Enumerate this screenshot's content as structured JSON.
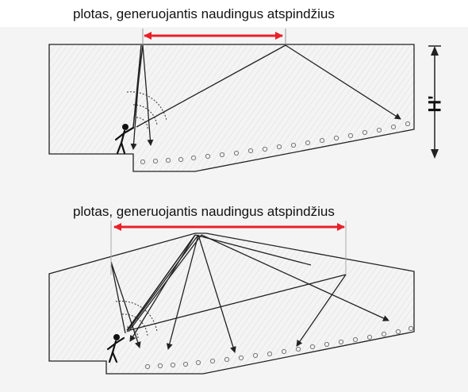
{
  "top_diagram": {
    "caption": "plotas, generuojantis naudingus atspindžius",
    "height_label": "H'"
  },
  "bottom_diagram": {
    "caption": "plotas, generuojantis naudingus atspindžius"
  },
  "colors": {
    "highlight_arrow": "#e8202a",
    "outline": "#222222",
    "background_band": "#f3f3f3"
  }
}
